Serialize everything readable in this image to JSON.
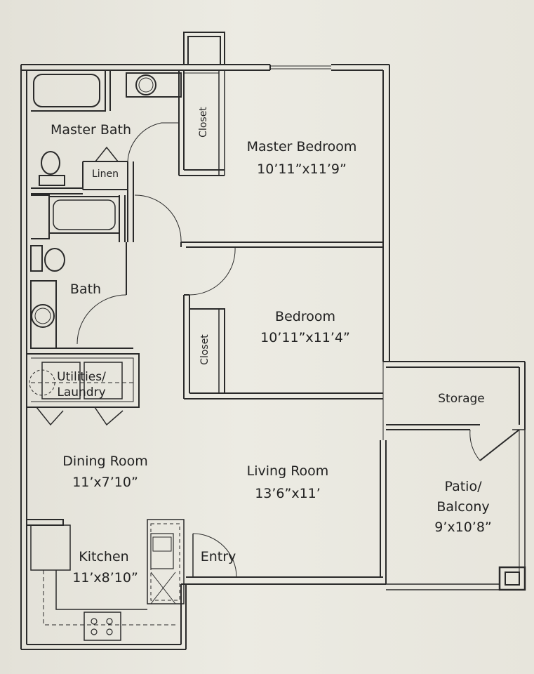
{
  "rooms": {
    "master_bath": "Master Bath",
    "master_bedroom": {
      "name": "Master Bedroom",
      "size": "10’11”x11’9”"
    },
    "closet_master": "Closet",
    "linen": "Linen",
    "bath": "Bath",
    "bedroom": {
      "name": "Bedroom",
      "size": "10’11”x11’4”"
    },
    "closet_bedroom": "Closet",
    "utilities": {
      "line1": "Utilities/",
      "line2": "Laundry"
    },
    "storage": "Storage",
    "dining": {
      "name": "Dining Room",
      "size": "11’x7’10”"
    },
    "living": {
      "name": "Living Room",
      "size": "13’6”x11’"
    },
    "patio": {
      "line1": "Patio/",
      "line2": "Balcony",
      "size": "9’x10’8”"
    },
    "kitchen": {
      "name": "Kitchen",
      "size": "11’x8’10”"
    },
    "entry": "Entry"
  }
}
